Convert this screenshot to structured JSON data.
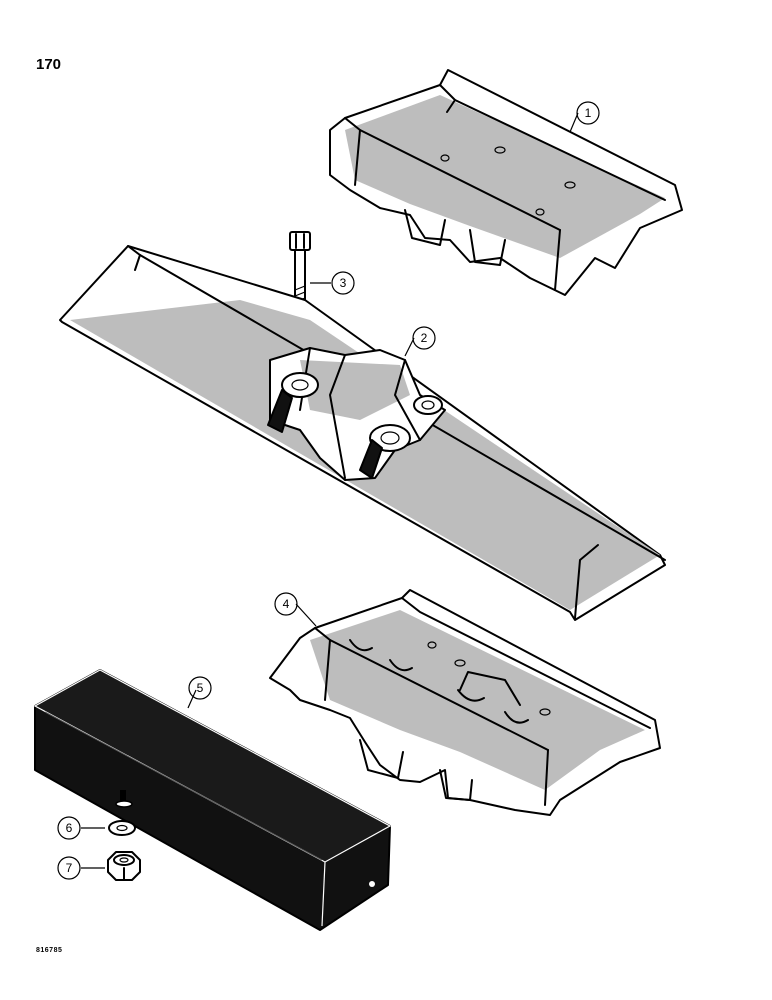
{
  "page": {
    "number": "170",
    "figure_code": "816785"
  },
  "callouts": [
    {
      "id": 1,
      "label": "1"
    },
    {
      "id": 2,
      "label": "2"
    },
    {
      "id": 3,
      "label": "3"
    },
    {
      "id": 4,
      "label": "4"
    },
    {
      "id": 5,
      "label": "5"
    },
    {
      "id": 6,
      "label": "6"
    },
    {
      "id": 7,
      "label": "7"
    }
  ],
  "colors": {
    "ink": "#000000",
    "shading": "#bdbdbd",
    "paper": "#ffffff"
  }
}
